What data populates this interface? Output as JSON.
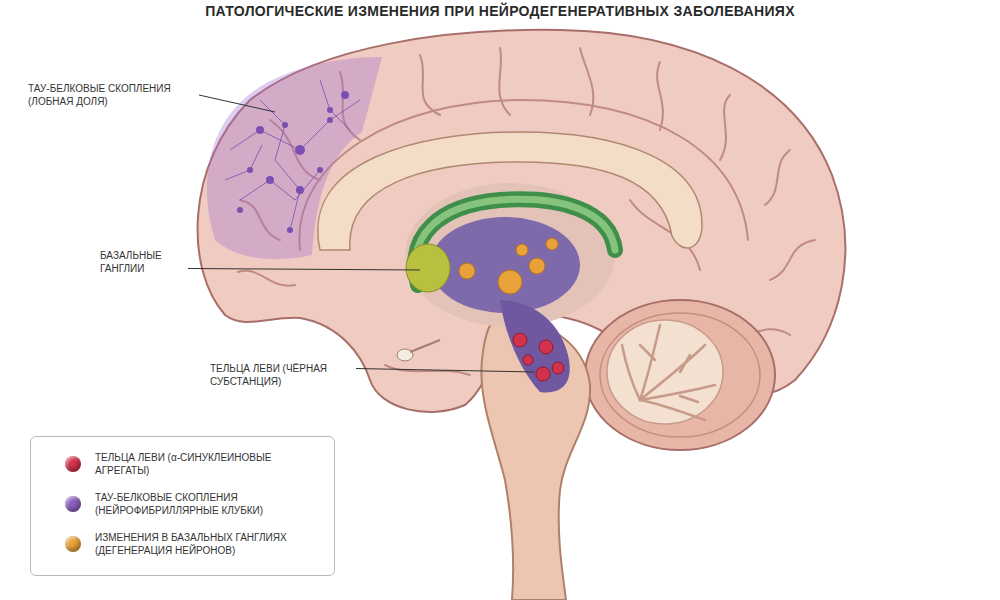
{
  "diagram": {
    "title": "ПАТОЛОГИЧЕСКИЕ ИЗМЕНЕНИЯ ПРИ НЕЙРОДЕГЕНЕРАТИВНЫХ ЗАБОЛЕВАНИЯХ",
    "labels": [
      "ТАУ-БЕЛКОВЫЕ СКОПЛЕНИЯ (ЛОБНАЯ ДОЛЯ)",
      "БАЗАЛЬНЫЕ ГАНГЛИИ",
      "ТЕЛЬЦА ЛЕВИ (ЧЁРНАЯ СУБСТАНЦИЯ)"
    ],
    "legend": [
      {
        "text": "ТЕЛЬЦА ЛЕВИ (α-СИНУКЛЕИНОВЫЕ АГРЕГАТЫ)",
        "color": "#d2334c"
      },
      {
        "text": "ТАУ-БЕЛКОВЫЕ СКОПЛЕНИЯ (НЕЙРОФИБРИЛЛЯРНЫЕ КЛУБКИ)",
        "color": "#8b5fbf"
      },
      {
        "text": "ИЗМЕНЕНИЯ В БАЗАЛЬНЫХ ГАНГЛИЯХ (ДЕГЕНЕРАЦИЯ НЕЙРОНОВ)",
        "color": "#e9a13a"
      }
    ]
  }
}
